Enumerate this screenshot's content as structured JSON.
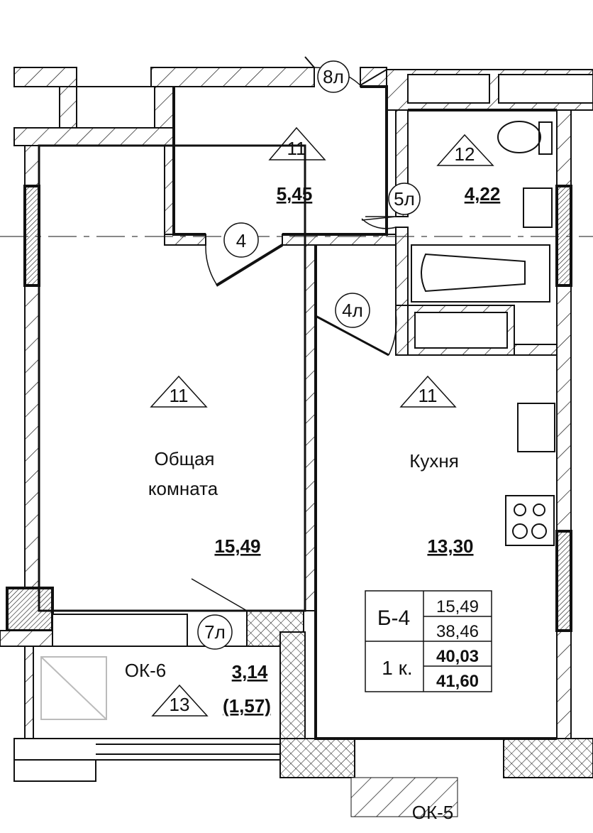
{
  "rooms": {
    "hall": {
      "tag": "11",
      "area": "5,45"
    },
    "bathroom": {
      "tag": "12",
      "area": "4,22"
    },
    "living": {
      "tag": "11",
      "name_line1": "Общая",
      "name_line2": "комната",
      "area": "15,49"
    },
    "kitchen": {
      "tag": "11",
      "name": "Кухня",
      "area": "13,30"
    },
    "balcony": {
      "tag": "13",
      "area": "3,14",
      "area_reduced": "(1,57)"
    }
  },
  "doors": {
    "entry": "8л",
    "bath": "5л",
    "living": "4",
    "kitchen": "4л",
    "balcony": "7л"
  },
  "windows": {
    "balcony": "ОК-6",
    "kitchen": "ОК-5"
  },
  "summary_table": {
    "type": "Б-4",
    "rooms": "1 к.",
    "living_area": "15,49",
    "usable_area": "38,46",
    "total_area": "40,03",
    "total_with_balcony": "41,60"
  },
  "colors": {
    "line": "#111111",
    "background": "#ffffff"
  }
}
